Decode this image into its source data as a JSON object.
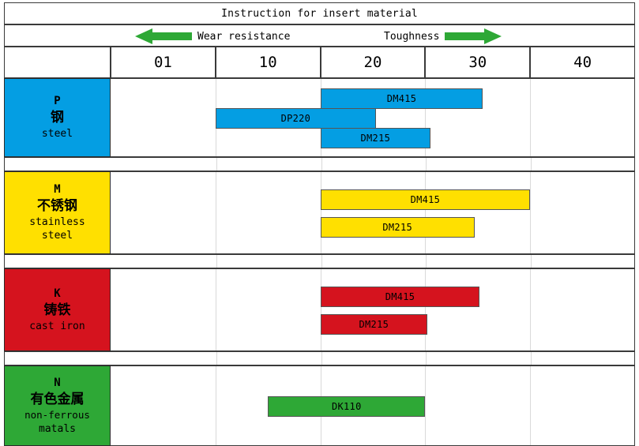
{
  "header": {
    "title": "Instruction for insert material",
    "wear_label": "Wear resistance",
    "toughness_label": "Toughness",
    "arrow_color": "#2EA836",
    "left_arrow_icon": "arrow-left-icon",
    "right_arrow_icon": "arrow-right-icon"
  },
  "columns": {
    "corner": "",
    "values": [
      "01",
      "10",
      "20",
      "30",
      "40"
    ]
  },
  "chart_data": {
    "type": "bar",
    "title": "Instruction for insert material",
    "xlabel": "",
    "ylabel": "",
    "categories": [
      "01",
      "10",
      "20",
      "30",
      "40"
    ],
    "axis_note_left": "Wear resistance",
    "axis_note_right": "Toughness",
    "grid": false,
    "legend": "none",
    "groups": [
      {
        "code": "P",
        "name_cn": "钢",
        "name_en": "steel",
        "color": "#049EE3",
        "bars": [
          {
            "label": "DM415",
            "start": 20.0,
            "end": 35.5
          },
          {
            "label": "DP220",
            "start": 10.0,
            "end": 25.3
          },
          {
            "label": "DM215",
            "start": 20.0,
            "end": 30.5
          }
        ]
      },
      {
        "code": "M",
        "name_cn": "不锈钢",
        "name_en": "stainless",
        "name_en2": "steel",
        "color": "#FFE000",
        "bars": [
          {
            "label": "DM415",
            "start": 20.0,
            "end": 40.0
          },
          {
            "label": "DM215",
            "start": 20.0,
            "end": 34.7
          }
        ]
      },
      {
        "code": "K",
        "name_cn": "铸铁",
        "name_en": "cast iron",
        "color": "#D5131E",
        "bars": [
          {
            "label": "DM415",
            "start": 20.0,
            "end": 35.2
          },
          {
            "label": "DM215",
            "start": 20.0,
            "end": 30.2
          }
        ]
      },
      {
        "code": "N",
        "name_cn": "有色金属",
        "name_en": "non-ferrous",
        "name_en2": "matals",
        "color": "#2EA836",
        "bars": [
          {
            "label": "DK110",
            "start": 15.0,
            "end": 30.0
          }
        ]
      }
    ]
  }
}
